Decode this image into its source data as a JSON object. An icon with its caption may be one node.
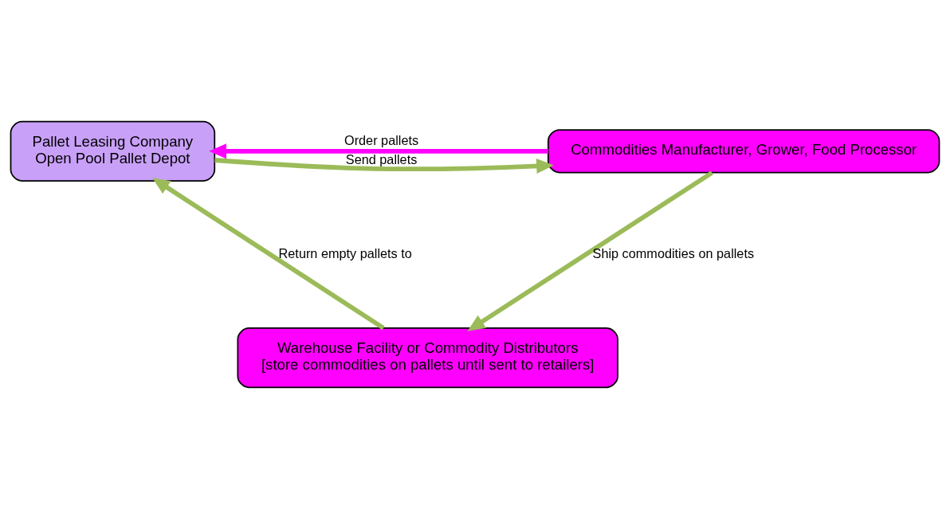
{
  "diagram": {
    "nodes": [
      {
        "text": [
          "Pallet Leasing Company",
          "Open Pool Pallet Depot"
        ]
      },
      {
        "text": [
          "Commodities Manufacturer, Grower, Food Processor"
        ]
      },
      {
        "text": [
          "Warehouse Facility or Commodity Distributors",
          "[store commodities on pallets until sent to retailers]"
        ]
      }
    ],
    "edges": [
      {
        "from": 0,
        "to": 1,
        "arrow": "to",
        "label": "Send pallets"
      },
      {
        "from": 1,
        "to": 0,
        "arrow": "to",
        "label": "Order pallets",
        "color": "#ff00ff"
      },
      {
        "from": 1,
        "to": 2,
        "arrow": "to",
        "label": "Ship commodities on pallets"
      },
      {
        "from": 2,
        "to": 0,
        "arrow": "to",
        "label": "Return empty pallets to"
      }
    ]
  }
}
